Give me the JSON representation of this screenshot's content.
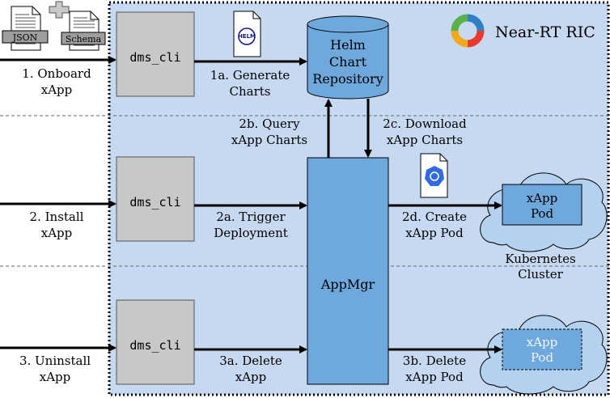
{
  "ric": {
    "label": "Near-RT RIC"
  },
  "files": {
    "json": "JSON",
    "schema": "Schema",
    "helm": "HELM"
  },
  "steps": {
    "s1": [
      "1. Onboard",
      "xApp"
    ],
    "s1a": [
      "1a. Generate",
      "Charts"
    ],
    "s2": [
      "2. Install",
      "xApp"
    ],
    "s2a": [
      "2a. Trigger",
      "Deployment"
    ],
    "s2b": [
      "2b. Query",
      "xApp Charts"
    ],
    "s2c": [
      "2c. Download",
      "xApp Charts"
    ],
    "s2d": [
      "2d. Create",
      "xApp Pod"
    ],
    "s3": [
      "3. Uninstall",
      "xApp"
    ],
    "s3a": [
      "3a. Delete",
      "xApp"
    ],
    "s3b": [
      "3b. Delete",
      "xApp Pod"
    ]
  },
  "nodes": {
    "dms_cli": "dms_cli",
    "helm_repo": [
      "Helm",
      "Chart",
      "Repository"
    ],
    "appmgr": "AppMgr",
    "pod": [
      "xApp",
      "Pod"
    ],
    "k8s": [
      "Kubernetes",
      "Cluster"
    ]
  },
  "colors": {
    "ric_bg": "#c6d9f1",
    "box_gray": "#c8c8c8",
    "blue": "#6fa8dc",
    "cloud": "#b4d2f0"
  }
}
